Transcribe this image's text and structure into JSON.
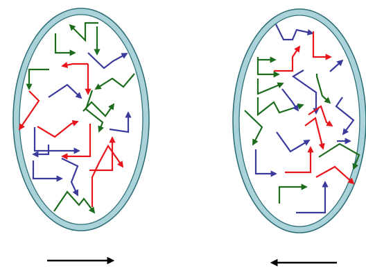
{
  "colors": {
    "red": "#e8141c",
    "green": "#1d6b1d",
    "blue": "#3a3a9c",
    "black": "#000000",
    "membrane_fill": "#a9d3d8",
    "membrane_edge": "#2f6f78",
    "cell_interior": "#ffffff"
  },
  "diagram": {
    "cells": [
      {
        "name": "left-cell"
      },
      {
        "name": "right-cell"
      }
    ],
    "direction_arrows": [
      {
        "name": "left-direction-arrow",
        "direction": "right"
      },
      {
        "name": "right-direction-arrow",
        "direction": "left"
      }
    ]
  }
}
